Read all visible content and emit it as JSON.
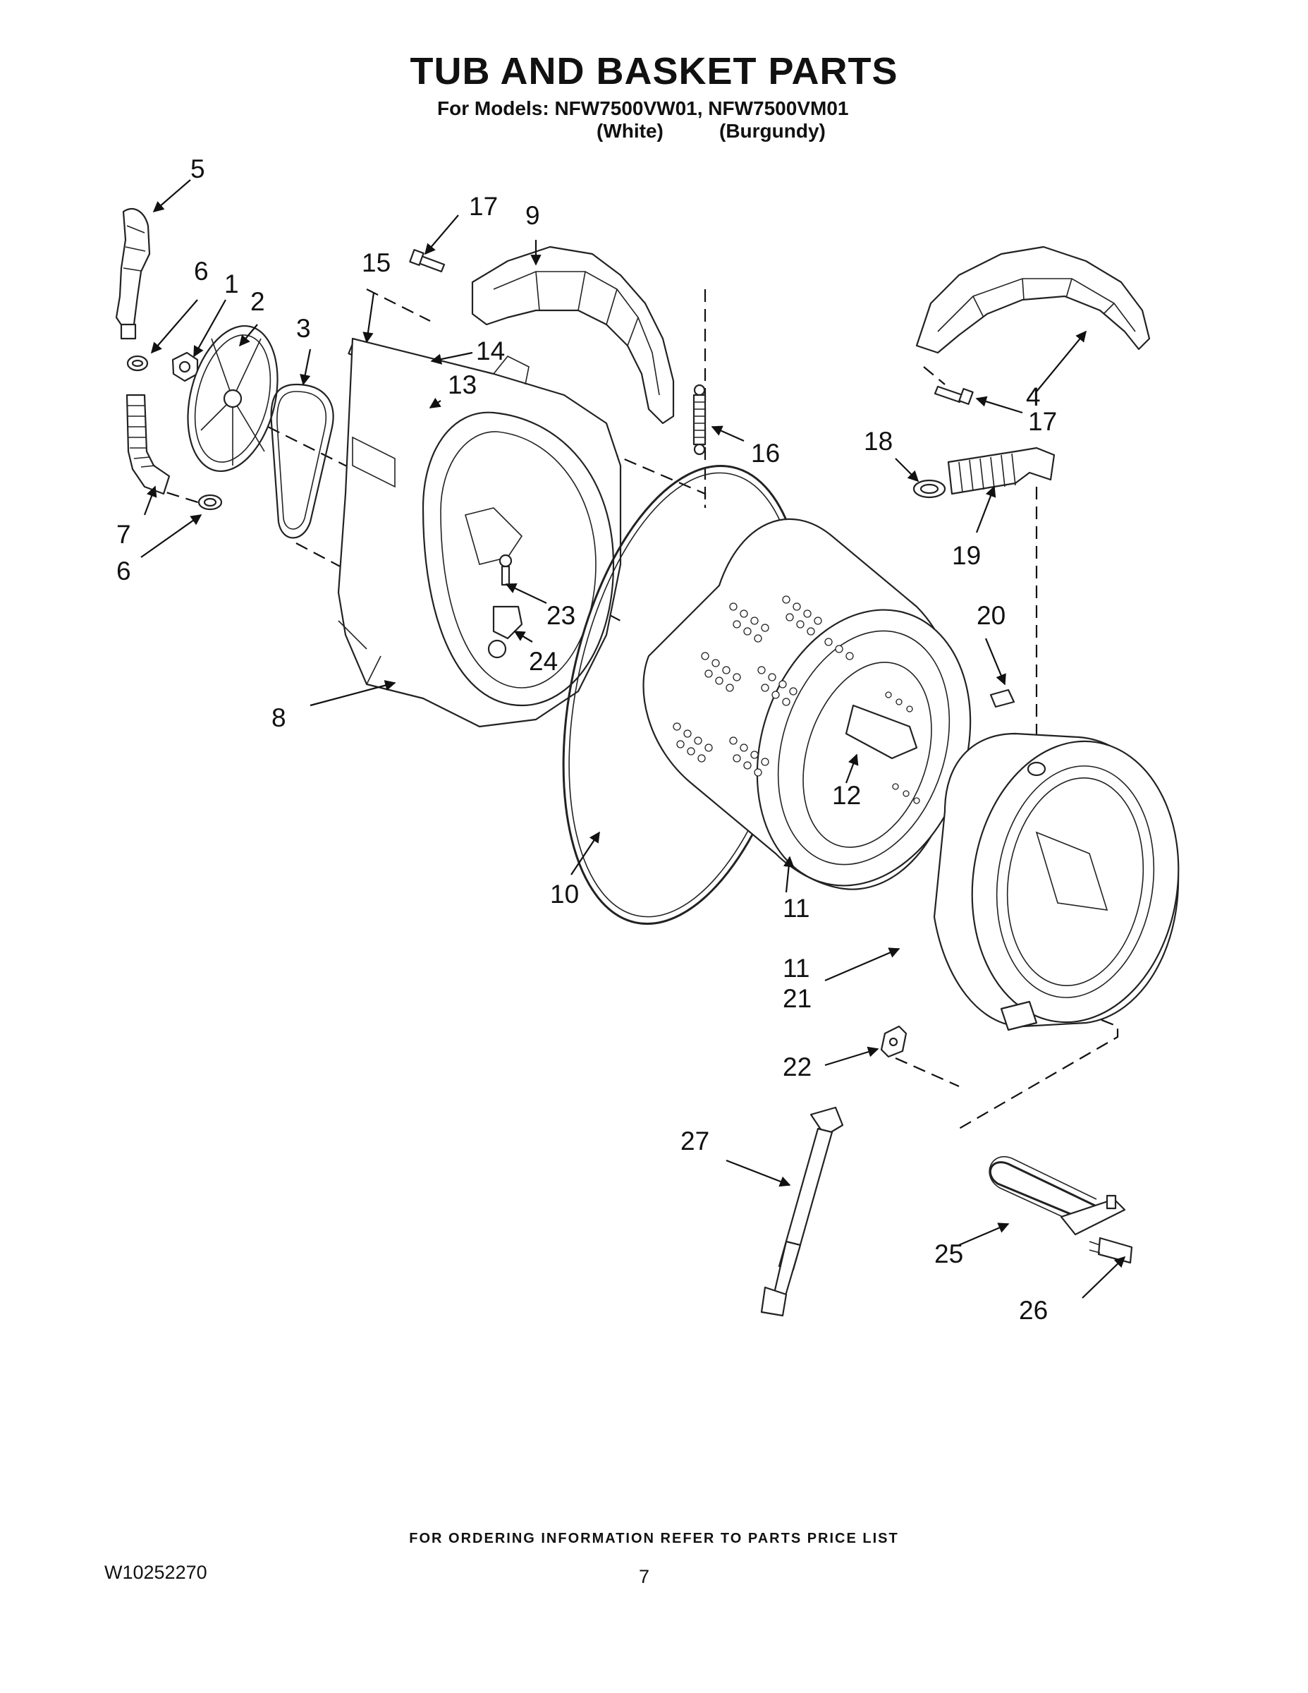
{
  "header": {
    "title": "TUB AND BASKET PARTS",
    "models_line": "For Models: NFW7500VW01, NFW7500VM01",
    "color_white": "(White)",
    "color_burgundy": "(Burgundy)"
  },
  "callouts": {
    "c1": "1",
    "c2": "2",
    "c3": "3",
    "c4": "4",
    "c5": "5",
    "c6a": "6",
    "c6b": "6",
    "c7": "7",
    "c8": "8",
    "c9": "9",
    "c10": "10",
    "c11": "11",
    "c12": "12",
    "c13": "13",
    "c14": "14",
    "c15": "15",
    "c16": "16",
    "c17a": "17",
    "c17b": "17",
    "c18": "18",
    "c19": "19",
    "c20": "20",
    "c21": "21",
    "c22": "22",
    "c23": "23",
    "c24": "24",
    "c25": "25",
    "c26": "26",
    "c27": "27"
  },
  "footer": {
    "ordering_note": "FOR ORDERING INFORMATION REFER TO PARTS PRICE LIST",
    "document_number": "W10252270",
    "page_number": "7"
  }
}
